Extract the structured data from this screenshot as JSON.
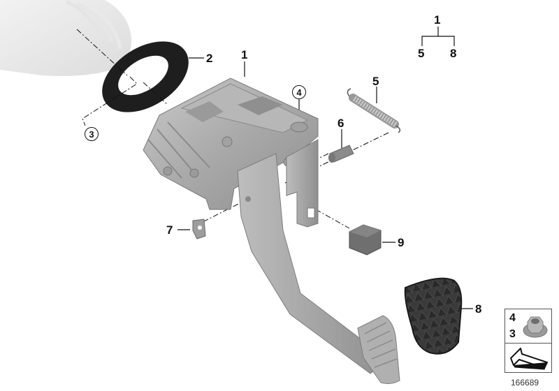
{
  "diagram": {
    "id_number": "166689",
    "title": "Pedal assembly with pedal pad - exploded parts diagram",
    "accent_gray": "#a8a8a8",
    "dark_part": "#2b2b2b"
  },
  "callouts": [
    {
      "id": "callout-1",
      "label": "1",
      "part": "pedal-bracket-assembly"
    },
    {
      "id": "callout-2",
      "label": "2",
      "part": "gasket-ring"
    },
    {
      "id": "callout-3",
      "label": "3",
      "part": "hex-nut",
      "circled": true
    },
    {
      "id": "callout-4",
      "label": "4",
      "part": "hex-nut-top",
      "circled": true
    },
    {
      "id": "callout-5",
      "label": "5",
      "part": "tension-spring"
    },
    {
      "id": "callout-6",
      "label": "6",
      "part": "bushing"
    },
    {
      "id": "callout-7",
      "label": "7",
      "part": "clip"
    },
    {
      "id": "callout-8",
      "label": "8",
      "part": "pedal-pad"
    },
    {
      "id": "callout-9",
      "label": "9",
      "part": "switch"
    }
  ],
  "hierarchy": {
    "parent": "1",
    "children": [
      "5",
      "8"
    ]
  },
  "legend": {
    "top_numbers": [
      "4",
      "3"
    ],
    "top_item": "flange-nut",
    "bottom_item": "installation-direction-arrow"
  }
}
